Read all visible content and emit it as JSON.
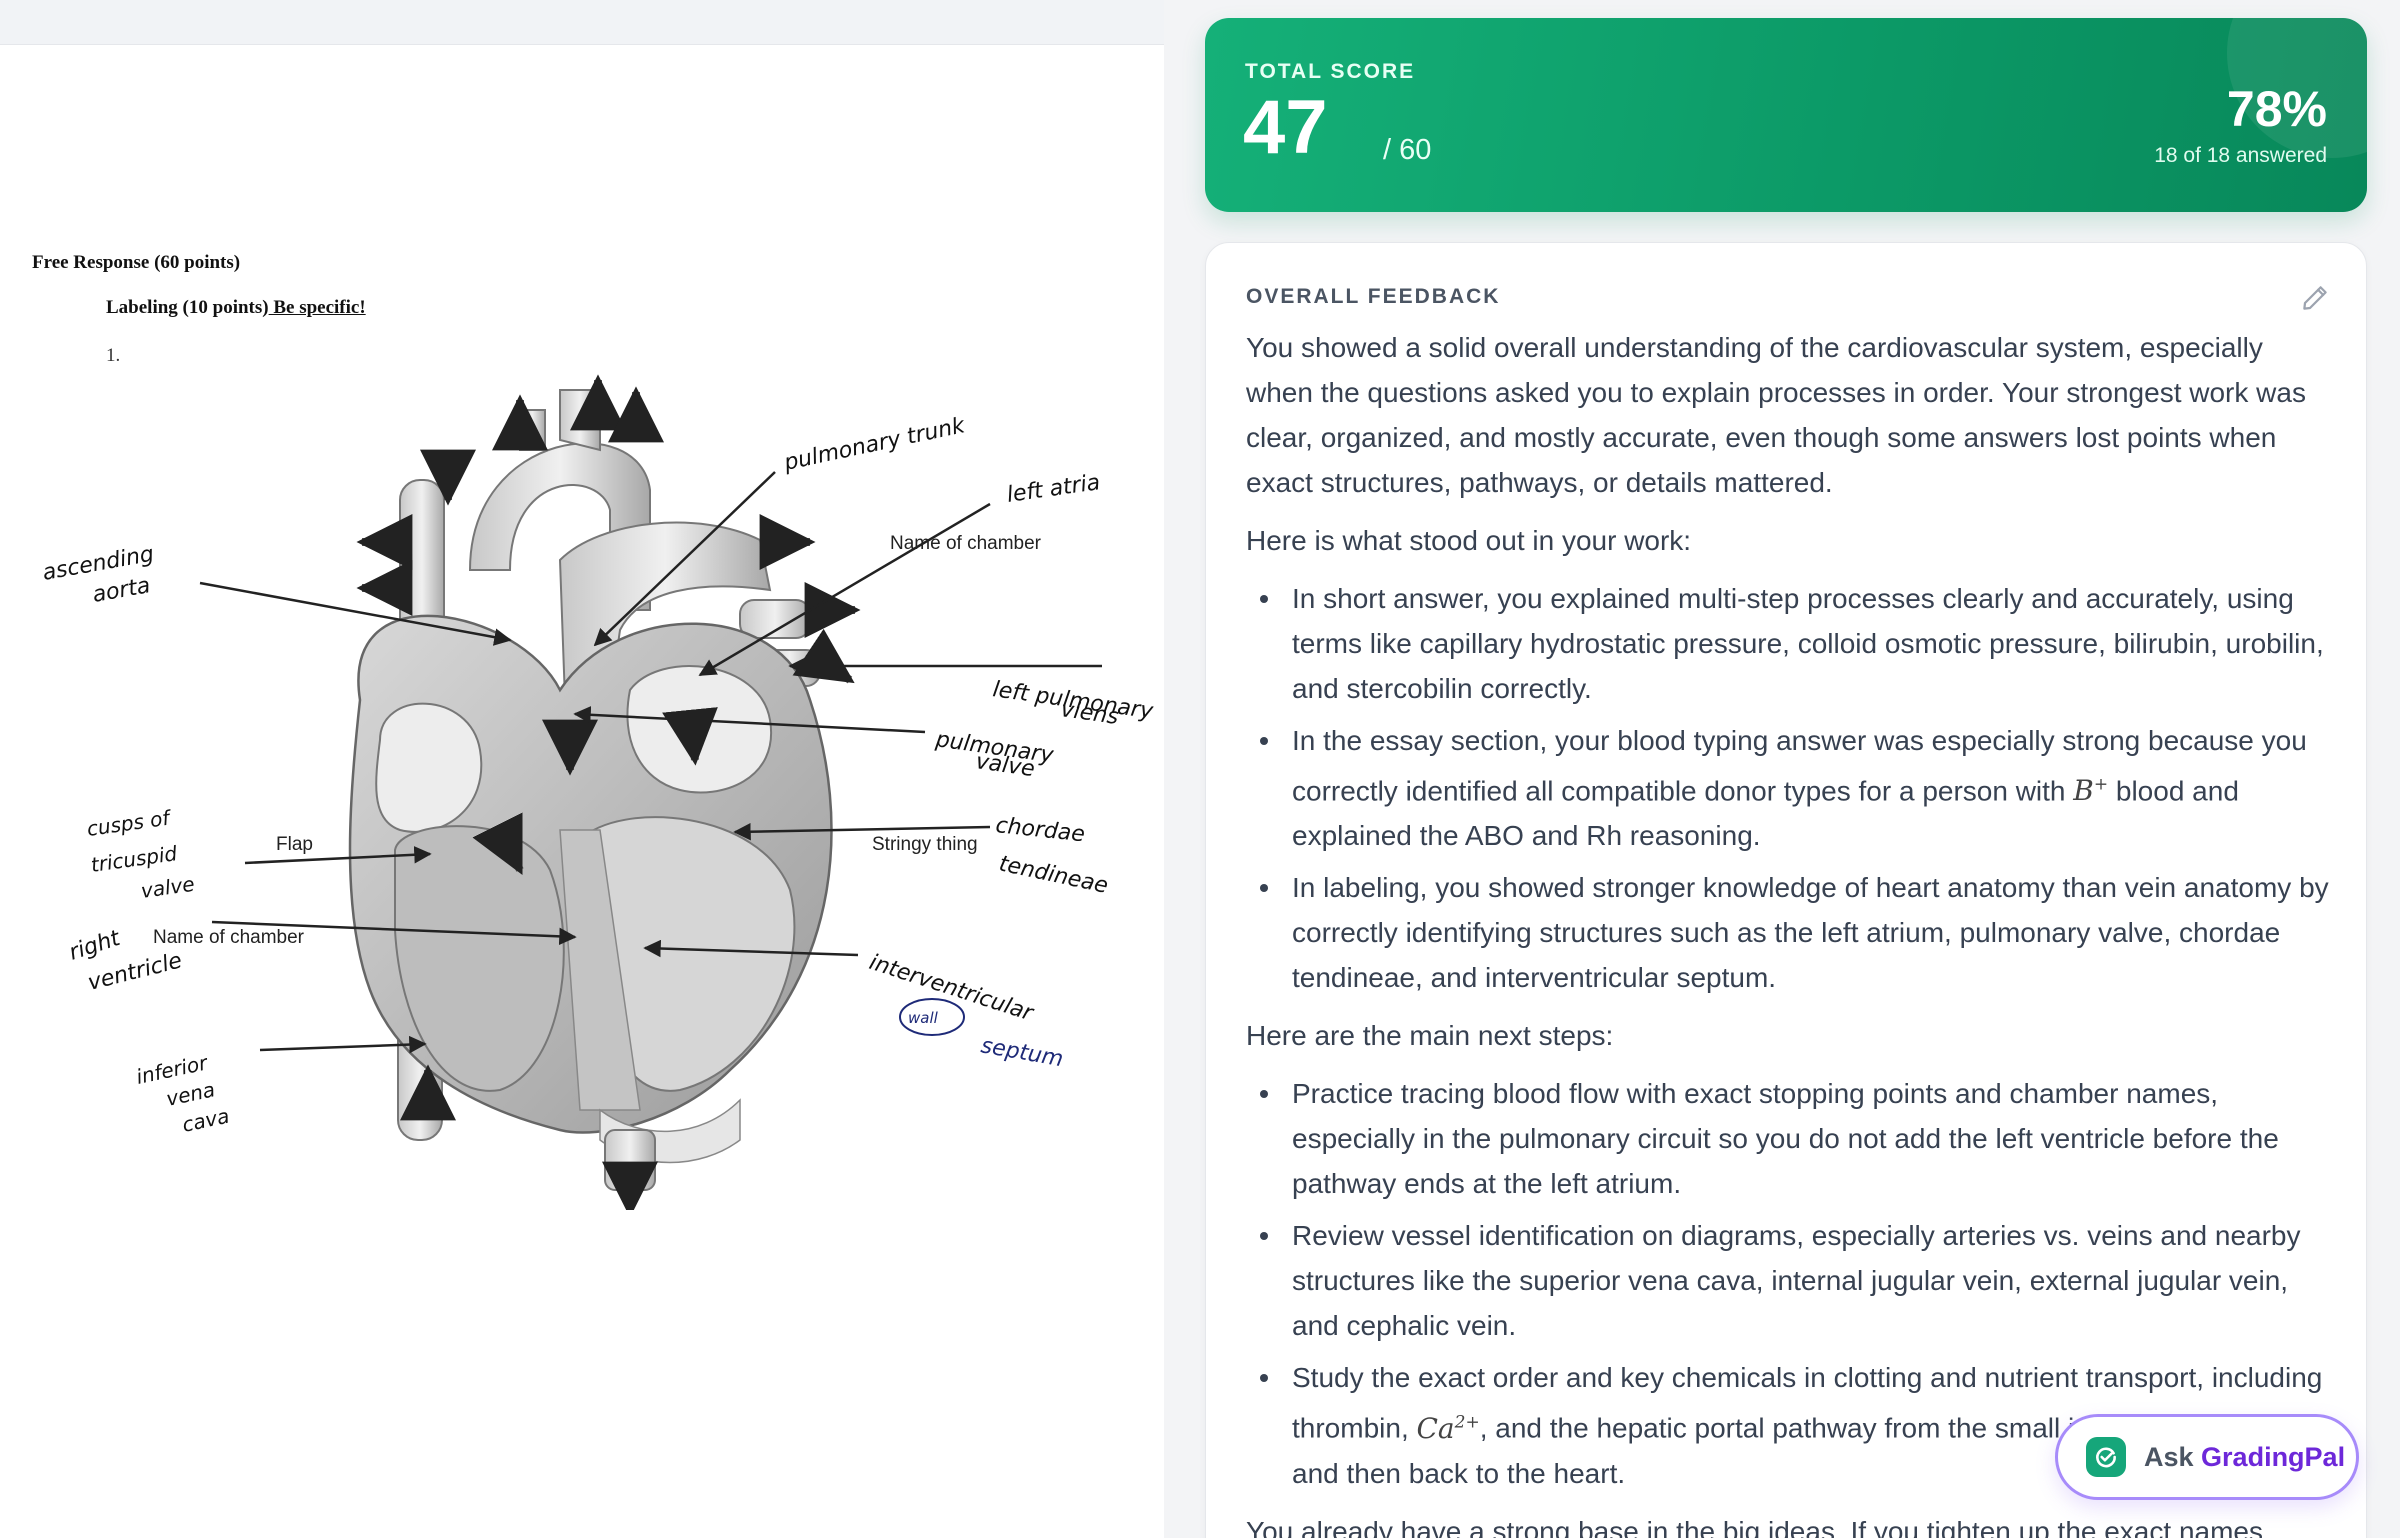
{
  "document": {
    "heading": "Free Response (60 points)",
    "sub_heading": "Labeling (10 points)",
    "sub_heading_emphasis": " Be specific!",
    "question_number": "1.",
    "printed_labels": {
      "name_of_chamber_top": "Name of chamber",
      "flap": "Flap",
      "name_of_chamber_bottom": "Name of chamber",
      "stringy_thing": "Stringy thing"
    },
    "handwritten_labels": {
      "ascending_line1": "ascending",
      "ascending_line2": "aorta",
      "pulmonary_trunk": "pulmonary trunk",
      "left_atria": "left atria",
      "left_pulmonary_line1": "left pulmonary",
      "left_pulmonary_line2": "viens",
      "pulmonary_valve_line1": "pulmonary",
      "pulmonary_valve_line2": "valve",
      "cusps_line1": "cusps of",
      "cusps_line2": "tricuspid",
      "cusps_line3": "valve",
      "chordae_line1": "chordae",
      "chordae_line2": "tendineae",
      "right_ventricle_line1": "right",
      "right_ventricle_line2": "ventricle",
      "interventricular": "interventricular",
      "wall": "wall",
      "septum": "septum",
      "inferior_line1": "inferior",
      "inferior_line2": "vena",
      "inferior_line3": "cava"
    }
  },
  "score": {
    "label": "TOTAL SCORE",
    "points": "47",
    "denominator": "/ 60",
    "percent": "78%",
    "answered": "18 of 18 answered",
    "gradient_start": "#15b078",
    "gradient_end": "#08885a"
  },
  "feedback": {
    "label": "OVERALL FEEDBACK",
    "intro": "You showed a solid overall understanding of the cardiovascular system, especially when the questions asked you to explain processes in order. Your strongest work was clear, organized, and mostly accurate, even though some answers lost points when exact structures, pathways, or details mattered.",
    "strengths_heading": "Here is what stood out in your work:",
    "strengths": [
      "In short answer, you explained multi-step processes clearly and accurately, using terms like capillary hydrostatic pressure, colloid osmotic pressure, bilirubin, urobilin, and stercobilin correctly."
    ],
    "strength2_before": "In the essay section, your blood typing answer was especially strong because you correctly identified all compatible donor types for a person with ",
    "strength2_math": "B",
    "strength2_math_sup": "+",
    "strength2_after": " blood and explained the ABO and Rh reasoning.",
    "strength3": "In labeling, you showed stronger knowledge of heart anatomy than vein anatomy by correctly identifying structures such as the left atrium, pulmonary valve, chordae tendineae, and interventricular septum.",
    "next_heading": "Here are the main next steps:",
    "next1": "Practice tracing blood flow with exact stopping points and chamber names, especially in the pulmonary circuit so you do not add the left ventricle before the pathway ends at the left atrium.",
    "next2": "Review vessel identification on diagrams, especially arteries vs. veins and nearby structures like the superior vena cava, internal jugular vein, external jugular vein, and cephalic vein.",
    "next3_before": "Study the exact order and key chemicals in clotting and nutrient transport, including thrombin, ",
    "next3_math": "Ca",
    "next3_math_sup": "2+",
    "next3_after": ", and the hepatic portal pathway from the small intestine to the liver and then back to the heart.",
    "closing": "You already have a strong base in the big ideas. If you tighten up the exact names"
  },
  "ask_button": {
    "prefix": "Ask ",
    "brand": "GradingPal",
    "icon": "gradingpal-logo-icon",
    "brand_color": "#6d28d9"
  }
}
